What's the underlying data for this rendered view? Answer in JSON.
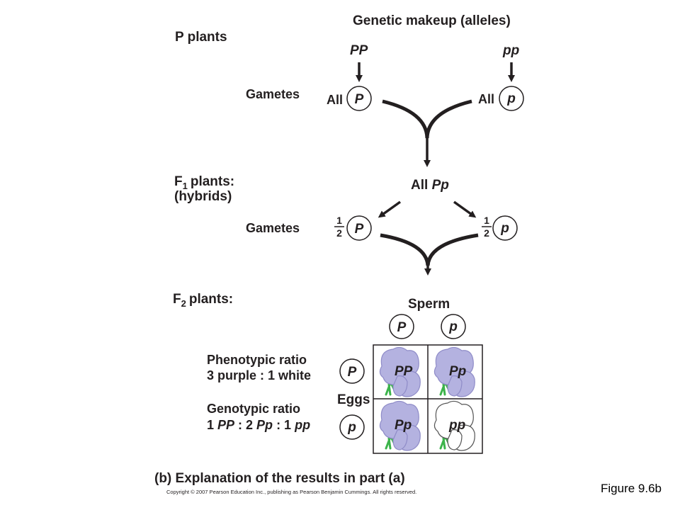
{
  "header": {
    "title": "Genetic makeup (alleles)"
  },
  "rows": {
    "p_plants": "P plants",
    "gametes_1": "Gametes",
    "f1_plants": "plants:",
    "f1_prefix": "F",
    "f1_sub": "1",
    "hybrids": "(hybrids)",
    "gametes_2": "Gametes",
    "f2_prefix": "F",
    "f2_sub": "2",
    "f2_plants": "plants:"
  },
  "parents": {
    "left": "PP",
    "right": "pp"
  },
  "gametes1": {
    "all_word": "All",
    "left_allele": "P",
    "right_allele": "p"
  },
  "f1": {
    "all_word": "All",
    "genotype": "Pp"
  },
  "gametes2": {
    "frac_num": "1",
    "frac_den": "2",
    "left_allele": "P",
    "right_allele": "p"
  },
  "punnett": {
    "sperm_label": "Sperm",
    "eggs_label": "Eggs",
    "sperm_alleles": [
      "P",
      "p"
    ],
    "egg_alleles": [
      "P",
      "p"
    ],
    "cells": [
      {
        "genotype": "PP",
        "phenotype": "purple"
      },
      {
        "genotype": "Pp",
        "phenotype": "purple"
      },
      {
        "genotype": "Pp",
        "phenotype": "purple"
      },
      {
        "genotype": "pp",
        "phenotype": "white"
      }
    ]
  },
  "ratios": {
    "phenotypic_title": "Phenotypic ratio",
    "phenotypic_value": "3 purple : 1 white",
    "genotypic_title": "Genotypic ratio",
    "genotypic_prefix": "1 ",
    "genotypic_pp1": "PP",
    "genotypic_mid1": " : 2 ",
    "genotypic_pp2": "Pp",
    "genotypic_mid2": " : 1 ",
    "genotypic_pp3": "pp"
  },
  "caption": {
    "part": "(b)",
    "text": "Explanation of the results in part (a)"
  },
  "copyright": "Copyright © 2007 Pearson Education Inc., publishing as Pearson Benjamin Cummings. All rights reserved.",
  "figure_label": "Figure 9.6b",
  "colors": {
    "ink": "#231f20",
    "purple_flower": "#b4b2e0",
    "purple_edge": "#8f8cc8",
    "white_flower": "#ffffff",
    "stem": "#3cb44b"
  }
}
